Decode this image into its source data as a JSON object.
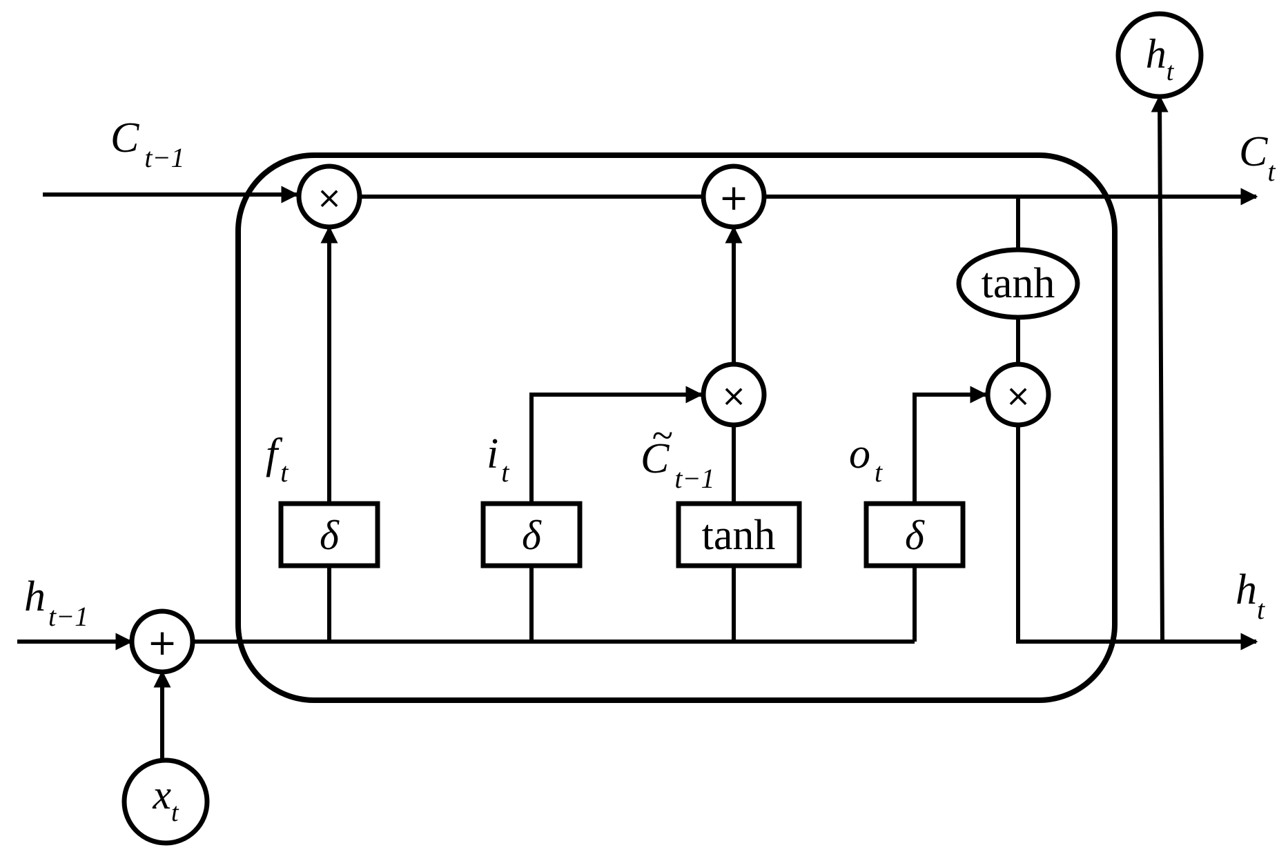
{
  "labels": {
    "c_prev": {
      "main": "C",
      "sub": "t−1"
    },
    "c_t": {
      "main": "C",
      "sub": "t"
    },
    "h_prev": {
      "main": "h",
      "sub": "t−1"
    },
    "h_t_right": {
      "main": "h",
      "sub": "t"
    },
    "h_t_top": {
      "main": "h",
      "sub": "t"
    },
    "x_t": {
      "main": "x",
      "sub": "t"
    },
    "f_t": {
      "main": "f",
      "sub": "t"
    },
    "i_t": {
      "main": "i",
      "sub": "t"
    },
    "c_tilde": {
      "tilde": "~",
      "main": "C",
      "sub": "t−1"
    },
    "o_t": {
      "main": "o",
      "sub": "t"
    }
  },
  "operators": {
    "multiply": "×",
    "add": "+"
  },
  "gates": {
    "sigma": "δ",
    "tanh": "tanh"
  }
}
